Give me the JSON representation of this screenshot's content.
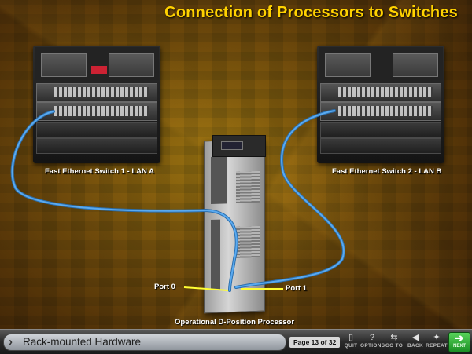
{
  "title": "Connection of Processors to Switches",
  "labels": {
    "switch1": "Fast Ethernet Switch 1 - LAN A",
    "switch2": "Fast Ethernet Switch 2 - LAN B",
    "port0": "Port 0",
    "port1": "Port 1",
    "processor": "Operational D-Position Processor"
  },
  "footer": {
    "breadcrumb": "Rack-mounted Hardware",
    "page": "Page 13 of 32",
    "buttons": [
      {
        "label": "QUIT",
        "icon": "door-icon"
      },
      {
        "label": "OPTIONS",
        "icon": "question-icon"
      },
      {
        "label": "GO TO",
        "icon": "goto-icon"
      },
      {
        "label": "BACK",
        "icon": "back-arrow-icon"
      },
      {
        "label": "REPEAT",
        "icon": "repeat-icon"
      },
      {
        "label": "NEXT",
        "icon": "next-arrow-icon"
      }
    ]
  },
  "colors": {
    "title": "#ffd200",
    "cable": "#3d8fd6",
    "port_line": "#ffff33",
    "next_button": "#2db13a"
  }
}
